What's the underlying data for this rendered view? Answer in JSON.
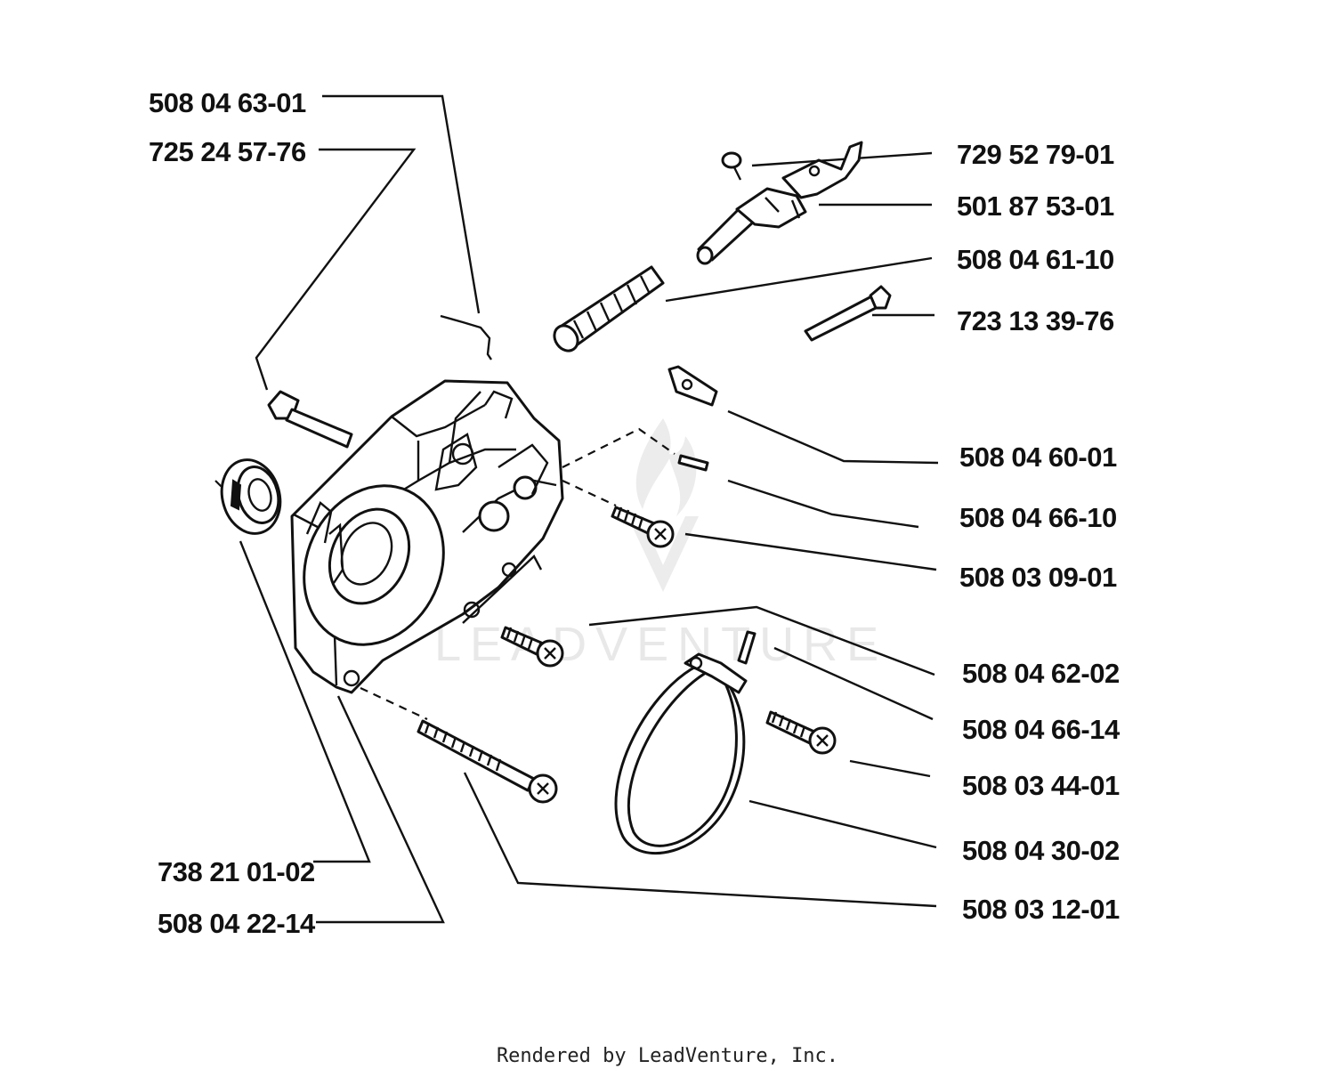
{
  "colors": {
    "ink": "#111111",
    "background": "#ffffff",
    "watermark": "#e8e8e8"
  },
  "watermark": {
    "text": "LEADVENTURE",
    "icon": "leadventure-flame-logo-icon"
  },
  "footer": {
    "text": "Rendered by LeadVenture, Inc."
  },
  "parts": [
    {
      "number": "508 04 63-01",
      "position": "top-left"
    },
    {
      "number": "725 24 57-76",
      "position": "top-left"
    },
    {
      "number": "729 52 79-01",
      "position": "right"
    },
    {
      "number": "501 87 53-01",
      "position": "right"
    },
    {
      "number": "508 04 61-10",
      "position": "right"
    },
    {
      "number": "723 13 39-76",
      "position": "right"
    },
    {
      "number": "508 04 60-01",
      "position": "right"
    },
    {
      "number": "508 04 66-10",
      "position": "right"
    },
    {
      "number": "508 03 09-01",
      "position": "right"
    },
    {
      "number": "508 04 62-02",
      "position": "right"
    },
    {
      "number": "508 04 66-14",
      "position": "right"
    },
    {
      "number": "508 03 44-01",
      "position": "right"
    },
    {
      "number": "508 04 30-02",
      "position": "right"
    },
    {
      "number": "508 03 12-01",
      "position": "right"
    },
    {
      "number": "738 21 01-02",
      "position": "bottom-left"
    },
    {
      "number": "508 04 22-14",
      "position": "bottom-left"
    }
  ]
}
